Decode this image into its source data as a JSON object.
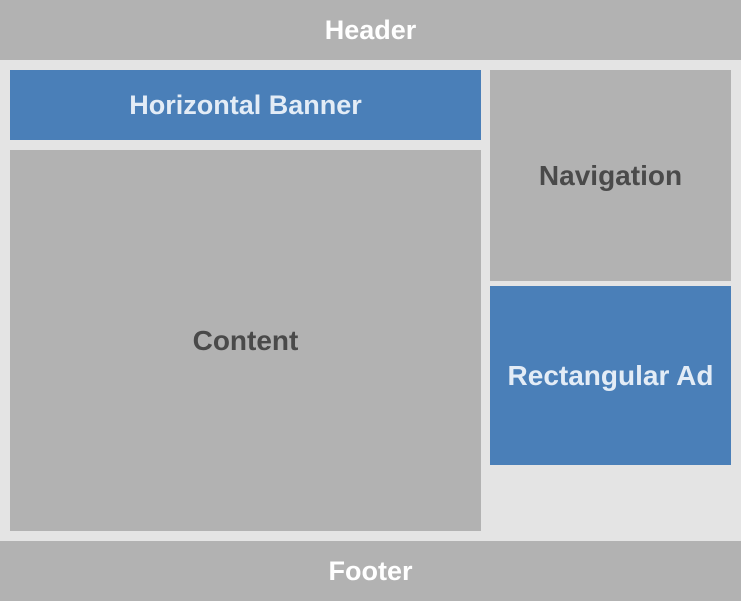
{
  "layout_diagram": {
    "header": {
      "label": "Header"
    },
    "horizontal_banner": {
      "label": "Horizontal Banner"
    },
    "content": {
      "label": "Content"
    },
    "navigation": {
      "label": "Navigation"
    },
    "rectangular_ad": {
      "label": "Rectangular Ad"
    },
    "footer": {
      "label": "Footer"
    }
  },
  "colors": {
    "background": "#e4e4e4",
    "region_gray": "#b2b2b2",
    "ad_blue": "#4a7fb8",
    "dark_text": "#4a4a4a",
    "light_text": "#ffffff"
  }
}
